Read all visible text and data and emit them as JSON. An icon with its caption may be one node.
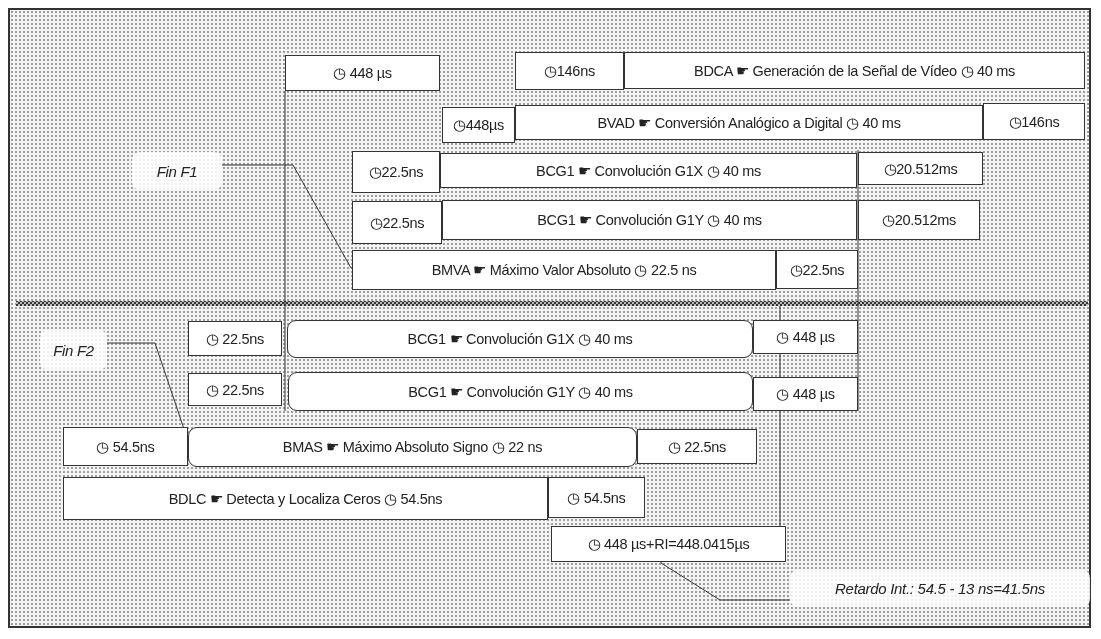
{
  "diagram": {
    "nodes": [
      {
        "text": [
          "◷ 448 µs"
        ]
      },
      {
        "text": [
          "◷146ns"
        ]
      },
      {
        "text": [
          "BDCA ☛ Generación de la Señal de Vídeo ◷ 40 ms"
        ]
      },
      {
        "text": [
          "◷448µs"
        ]
      },
      {
        "text": [
          "BVAD ☛ Conversión Analógico a Digital ◷ 40 ms"
        ]
      },
      {
        "text": [
          "◷146ns"
        ]
      },
      {
        "text": [
          "Fin F1"
        ]
      },
      {
        "text": [
          "◷22.5ns"
        ]
      },
      {
        "text": [
          "BCG1 ☛ Convolución G1X ◷ 40 ms"
        ]
      },
      {
        "text": [
          "◷20.512ms"
        ]
      },
      {
        "text": [
          "◷22.5ns"
        ]
      },
      {
        "text": [
          "BCG1 ☛ Convolución G1Y ◷ 40 ms"
        ]
      },
      {
        "text": [
          "◷20.512ms"
        ]
      },
      {
        "text": [
          "BMVA ☛ Máximo Valor Absoluto ◷ 22.5 ns"
        ]
      },
      {
        "text": [
          "◷22.5ns"
        ]
      },
      {
        "text": [
          "Fin F2"
        ]
      },
      {
        "text": [
          "◷ 22.5ns"
        ]
      },
      {
        "text": [
          "BCG1 ☛ Convolución G1X ◷ 40 ms"
        ]
      },
      {
        "text": [
          "◷ 448 µs"
        ]
      },
      {
        "text": [
          "◷ 22.5ns"
        ]
      },
      {
        "text": [
          "BCG1 ☛ Convolución G1Y ◷ 40 ms"
        ]
      },
      {
        "text": [
          "◷ 448 µs"
        ]
      },
      {
        "text": [
          "◷ 54.5ns"
        ]
      },
      {
        "text": [
          "BMAS ☛ Máximo Absoluto Signo ◷ 22 ns"
        ]
      },
      {
        "text": [
          "◷ 22.5ns"
        ]
      },
      {
        "text": [
          "BDLC ☛ Detecta y Localiza Ceros ◷ 54.5ns"
        ]
      },
      {
        "text": [
          "◷ 54.5ns"
        ]
      },
      {
        "text": [
          "◷ 448 µs+RI=448.0415µs"
        ]
      },
      {
        "text": [
          "Retardo Int.: 54.5 - 13 ns=41.5ns"
        ]
      }
    ],
    "edges": [
      {
        "from": 6,
        "to": 13,
        "arrow": "none"
      },
      {
        "from": 15,
        "to": 23,
        "arrow": "none"
      },
      {
        "from": 28,
        "to": 27,
        "arrow": "none"
      }
    ]
  }
}
